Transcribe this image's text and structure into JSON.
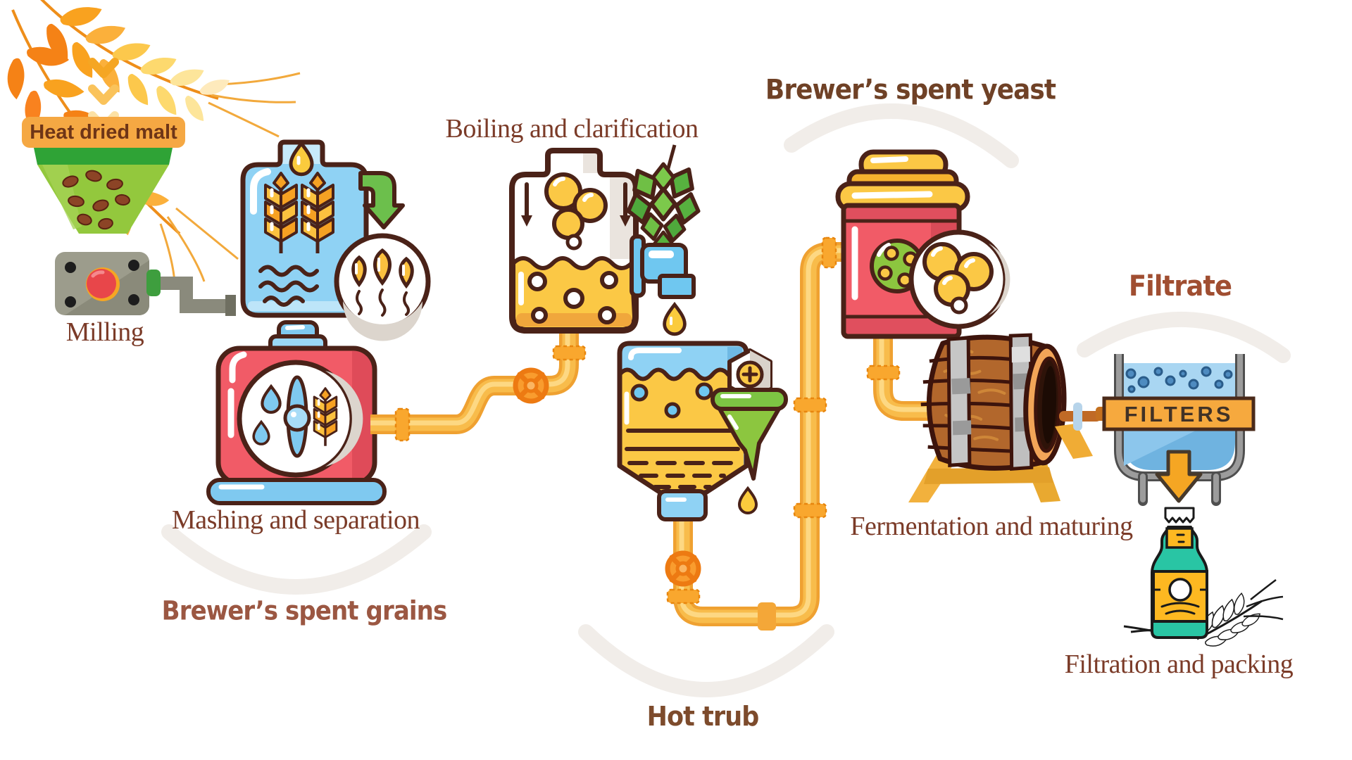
{
  "labels": {
    "milling": "Milling",
    "mashing": "Mashing and separation",
    "boiling": "Boiling and clarification",
    "fermentation": "Fermentation and maturing",
    "packing": "Filtration and packing"
  },
  "byproducts": {
    "heat_dried_malt": "Heat dried malt",
    "spent_grains": "Brewer’s spent grains",
    "hot_trub": "Hot trub",
    "spent_yeast": "Brewer’s spent yeast",
    "filtrate": "Filtrate"
  },
  "equipment": {
    "filter_banner": "FILTERS"
  },
  "colors": {
    "outline": "#4a2218",
    "pipe_yellow": "#f8bc4b",
    "valve_orange": "#ed7a12",
    "tank_blue": "#8fd2f4",
    "tank_red": "#f15b67",
    "liquid_yellow": "#fbc845",
    "hops_green": "#8cc63f",
    "barrel_wood": "#b2672c",
    "bottle_teal": "#29c5a4",
    "label_serif_brown": "#7b3b28",
    "badge_orange": "#f5a843",
    "arc_gray": "#f1ede9"
  }
}
